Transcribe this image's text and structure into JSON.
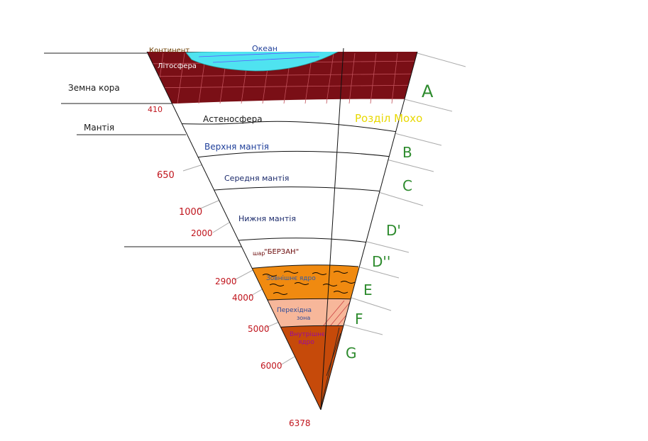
{
  "labels": {
    "continent": "Континент",
    "ocean": "Океан",
    "lithosphere": "Літосфера",
    "earth_crust": "Земна кора",
    "mantle": "Мантія",
    "asthenosphere": "Астеносфера",
    "upper_mantle": "Верхня мантія",
    "middle_mantle": "Середня мантія",
    "lower_mantle": "Нижня мантія",
    "bersan_prefix": "шар",
    "bersan": "\"БЕРЗАН\"",
    "outer_core": "Зовнішнє ядро",
    "transition_zone_1": "Перехідна",
    "transition_zone_2": "зона",
    "inner_core_1": "Внутрішнє",
    "inner_core_2": "ядро",
    "moho": "Розділ Мохо"
  },
  "depths": [
    "410",
    "650",
    "1000",
    "2000",
    "2900",
    "4000",
    "5000",
    "6000",
    "6378"
  ],
  "letters": [
    "A",
    "B",
    "C",
    "D'",
    "D''",
    "E",
    "F",
    "G"
  ],
  "colors": {
    "lithosphere": "#7a0f16",
    "ocean": "#4fe3f0",
    "outer_core": "#f08a10",
    "transition": "#f7b79a",
    "inner_core": "#c64a0a",
    "depth_labels": "#c0141c",
    "letters": "#2e8b2e",
    "moho": "#e8d800"
  }
}
